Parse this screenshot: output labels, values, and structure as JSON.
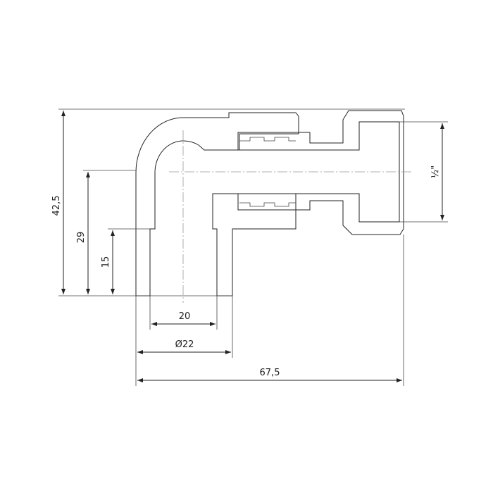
{
  "drawing": {
    "dimensions": {
      "overall_height": "42,5",
      "axis_height": "29",
      "socket_depth": "15",
      "inner_diameter": "20",
      "outer_diameter": "Ø22",
      "overall_length": "67,5",
      "thread_size": "½\""
    },
    "colors": {
      "line": "#222222",
      "background": "#ffffff",
      "centerline": "#999999"
    }
  }
}
